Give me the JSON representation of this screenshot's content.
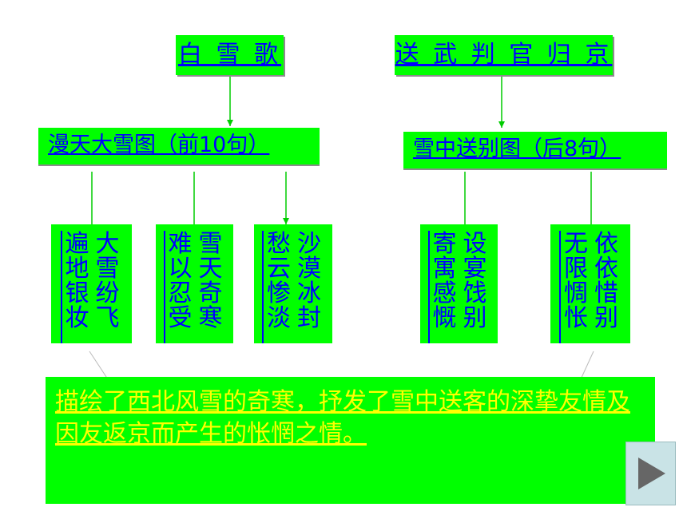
{
  "titles": {
    "left": "白 雪 歌",
    "right": "送 武 判 官 归 京"
  },
  "subtitles": {
    "left": "漫天大雪图（前10句）",
    "right": "雪中送别图（后8句）"
  },
  "phrases": [
    {
      "col1": "大雪纷飞",
      "col2": "遍地银妆"
    },
    {
      "col1": "雪天奇寒",
      "col2": "难以忍受"
    },
    {
      "col1": "沙漠冰封",
      "col2": "愁云惨淡"
    },
    {
      "col1": "设宴饯别",
      "col2": "寄寓感慨"
    },
    {
      "col1": "依依惜别",
      "col2": "无限惆怅"
    }
  ],
  "summary": "描绘了西北风雪的奇寒，抒发了雪中送客的深挚友情及因友返京而产生的怅惘之情。",
  "colors": {
    "box": "#00ff00",
    "text": "#0000ff",
    "summary_text": "#ffff00",
    "play_button": "#c9e3e6"
  },
  "icons": {
    "next": "play-triangle-icon"
  }
}
